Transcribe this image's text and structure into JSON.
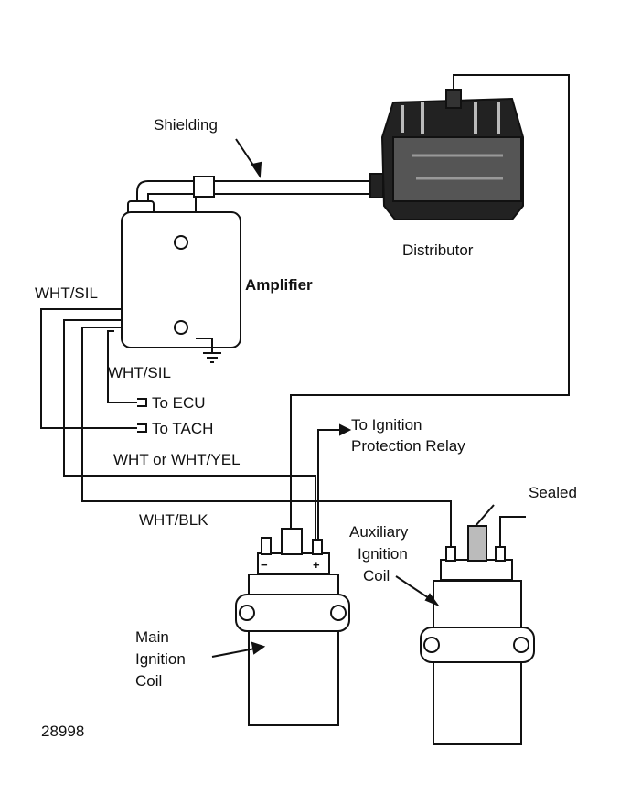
{
  "labels": {
    "shielding": "Shielding",
    "distributor": "Distributor",
    "amplifier": "Amplifier",
    "wht_sil_upper": "WHT/SIL",
    "wht_sil_lower": "WHT/SIL",
    "to_ecu": "To ECU",
    "to_tach": "To TACH",
    "relay_line1": "To Ignition",
    "relay_line2": "Protection Relay",
    "wht_or_wht_yel": "WHT or WHT/YEL",
    "wht_blk": "WHT/BLK",
    "sealed": "Sealed",
    "aux_line1": "Auxiliary",
    "aux_line2": "Ignition",
    "aux_line3": "Coil",
    "main_line1": "Main",
    "main_line2": "Ignition",
    "main_line3": "Coil",
    "figure_number": "28998",
    "minus": "−",
    "plus": "+"
  },
  "colors": {
    "ink": "#111111",
    "background": "#ffffff"
  }
}
